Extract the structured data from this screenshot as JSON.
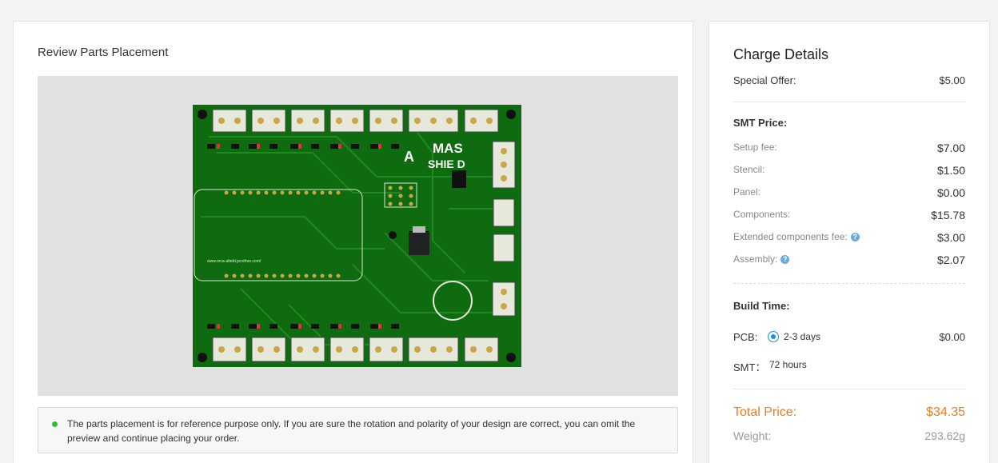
{
  "review": {
    "title": "Review Parts Placement",
    "notice": "The parts placement is for reference purpose only. If you are sure the rotation and polarity of your design are correct, you can omit the preview and continue placing your order."
  },
  "pcb": {
    "board_text_1": "MAS",
    "board_text_2": "SHIE D",
    "board_logo": "A",
    "url_text": "www.orca-attebt.jecofree.com/"
  },
  "charge": {
    "title": "Charge Details",
    "special_offer_label": "Special Offer:",
    "special_offer_value": "$5.00",
    "smt_price_heading": "SMT Price:",
    "items": [
      {
        "label": "Setup fee:",
        "value": "$7.00"
      },
      {
        "label": "Stencil:",
        "value": "$1.50"
      },
      {
        "label": "Panel:",
        "value": "$0.00"
      },
      {
        "label": "Components:",
        "value": "$15.78"
      },
      {
        "label": "Extended components fee:",
        "value": "$3.00"
      },
      {
        "label": "Assembly:",
        "value": "$2.07"
      }
    ],
    "help_glyph": "?",
    "build_time_heading": "Build Time:",
    "pcb_label": "PCB:",
    "pcb_option": "2-3 days",
    "pcb_value": "$0.00",
    "smt_label": "SMT：",
    "smt_time": "72 hours",
    "total_label": "Total Price:",
    "total_value": "$34.35",
    "weight_label": "Weight:",
    "weight_value": "293.62g"
  },
  "colors": {
    "accent_orange": "#f07b1e",
    "radio_blue": "#1b8ee3",
    "pcb_green": "#0f6b0f",
    "notice_dot": "#2dbb3a"
  }
}
